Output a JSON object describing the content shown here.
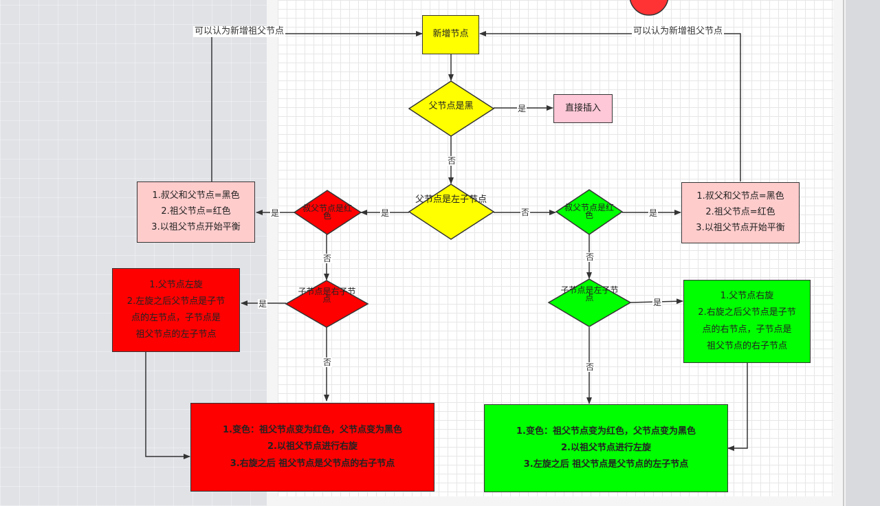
{
  "colors": {
    "yellow": "#ffff00",
    "pink": "#ffcccc",
    "light_pink": "#ffc8d8",
    "red": "#ff0000",
    "green": "#00ff00"
  },
  "nodes": {
    "new_node": "新增节点",
    "parent_black": "父节点是黑",
    "direct_insert": "直接插入",
    "parent_left_child": "父节点是左子节点",
    "uncle_red_left": "叔父节点是红色",
    "uncle_red_right": "叔父节点是红色",
    "child_right": "子节点是右子节点",
    "child_left": "子节点是左子节点",
    "left_recolor": [
      "1.叔父和父节点=黑色",
      "2.祖父节点=红色",
      "3.以祖父节点开始平衡"
    ],
    "right_recolor": [
      "1.叔父和父节点=黑色",
      "2.祖父节点=红色",
      "3.以祖父节点开始平衡"
    ],
    "left_rotate_box": [
      "1.父节点左旋",
      "2.左旋之后父节点是子节",
      "点的左节点，子节点是",
      "祖父节点的左子节点"
    ],
    "right_rotate_box": [
      "1.父节点右旋",
      "2.右旋之后父节点是子节",
      "点的右节点，子节点是",
      "祖父节点的右子节点"
    ],
    "red_final": [
      "1.变色：祖父节点变为红色，父节点变为黑色",
      "2.以祖父节点进行右旋",
      "3.右旋之后 祖父节点是父节点的右子节点"
    ],
    "green_final": [
      "1.变色：祖父节点变为红色，父节点变为黑色",
      "2.以祖父节点进行左旋",
      "3.左旋之后 祖父节点是父节点的左子节点"
    ]
  },
  "edges": {
    "yes": "是",
    "no": "否",
    "left_loop": "可以认为新增祖父节点",
    "right_loop": "可以认为新增祖父节点"
  }
}
